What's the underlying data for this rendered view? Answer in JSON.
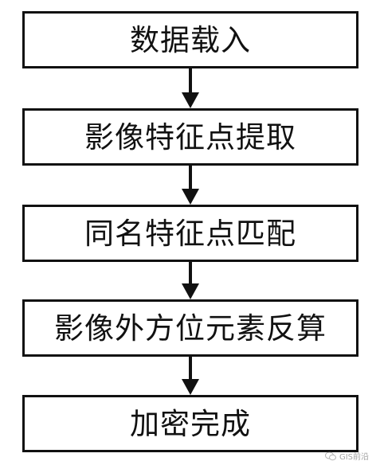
{
  "flowchart": {
    "steps": [
      {
        "label": "数据载入"
      },
      {
        "label": "影像特征点提取"
      },
      {
        "label": "同名特征点匹配"
      },
      {
        "label": "影像外方位元素反算"
      },
      {
        "label": "加密完成"
      }
    ]
  },
  "watermark": {
    "text": "GIS前沿",
    "icon": "wechat-icon"
  },
  "colors": {
    "stroke": "#111111",
    "background": "#ffffff"
  }
}
